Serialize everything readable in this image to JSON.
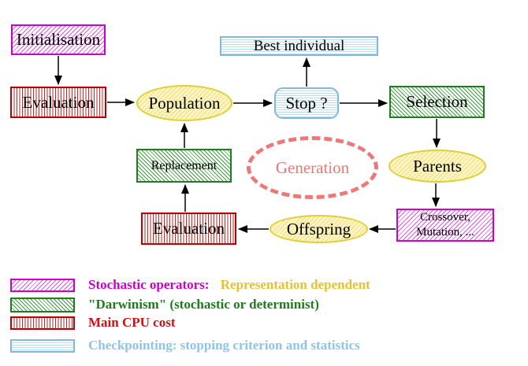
{
  "nodes": {
    "initialisation": "Initialisation",
    "evaluation_top": "Evaluation",
    "population": "Population",
    "best_individual": "Best individual",
    "stop": "Stop ?",
    "selection": "Selection",
    "replacement": "Replacement",
    "generation": "Generation",
    "parents": "Parents",
    "offspring": "Offspring",
    "evaluation_bottom": "Evaluation",
    "crossover_line1": "Crossover,",
    "crossover_line2": "Mutation, ..."
  },
  "legend": {
    "rows": [
      {
        "pattern": "magenta-diagonal-hatch",
        "label": "Stochastic operators:",
        "label2": "Representation dependent",
        "label_color": "#cc00cc",
        "label2_color": "#e8c132"
      },
      {
        "pattern": "green-diagonal-hatch",
        "label": "\"Darwinism\" (stochastic or determinist)",
        "label_color": "#1f7a1f"
      },
      {
        "pattern": "red-vertical-stripes",
        "label": "Main CPU cost",
        "label_color": "#cc1111"
      },
      {
        "pattern": "cyan-horizontal-stripes",
        "label": "Checkpointing: stopping criterion and statistics",
        "label_color": "#90c4e6"
      }
    ]
  },
  "colors": {
    "magenta": "#cc00cc",
    "green": "#1e7e1e",
    "red": "#bb0000",
    "cyan_border": "#85b8d8",
    "yellow_border": "#dfce35",
    "yellow_fill": "#fcf5c2",
    "salmon": "#ee7878",
    "arrow": "#000000",
    "background": "#ffffff"
  }
}
